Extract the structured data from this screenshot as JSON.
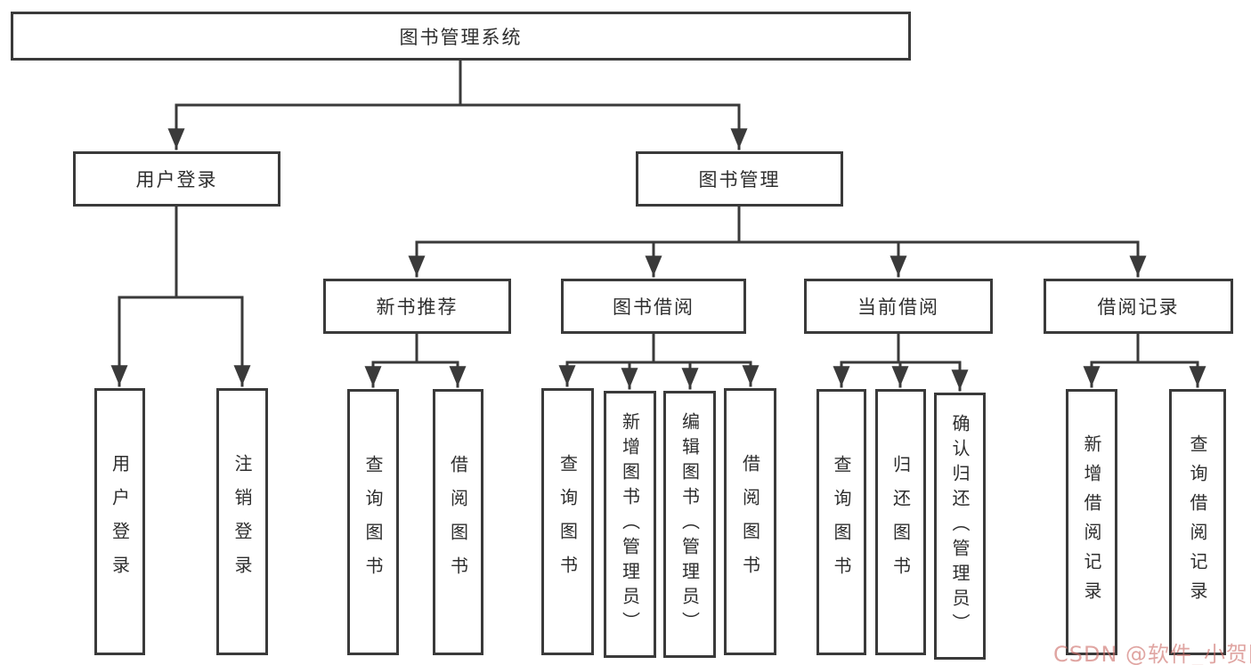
{
  "colors": {
    "line": "#3a3a3a",
    "box_border": "#3a3a3a",
    "text": "#2e2e2e",
    "background": "#ffffff",
    "watermark": "#cd6e69"
  },
  "watermark": {
    "text": "CSDN @软件_小贺同学"
  },
  "tree": {
    "root": {
      "label": "图书管理系统"
    },
    "children": [
      {
        "label": "用户登录",
        "children": [
          {
            "label": "用户登录"
          },
          {
            "label": "注销登录"
          }
        ]
      },
      {
        "label": "图书管理",
        "children": [
          {
            "label": "新书推荐",
            "children": [
              {
                "label": "查询图书"
              },
              {
                "label": "借阅图书"
              }
            ]
          },
          {
            "label": "图书借阅",
            "children": [
              {
                "label": "查询图书"
              },
              {
                "label": "新增图书（管理员）"
              },
              {
                "label": "编辑图书（管理员）"
              },
              {
                "label": "借阅图书"
              }
            ]
          },
          {
            "label": "当前借阅",
            "children": [
              {
                "label": "查询图书"
              },
              {
                "label": "归还图书"
              },
              {
                "label": "确认归还（管理员）"
              }
            ]
          },
          {
            "label": "借阅记录",
            "children": [
              {
                "label": "新增借阅记录"
              },
              {
                "label": "查询借阅记录"
              }
            ]
          }
        ]
      }
    ]
  }
}
